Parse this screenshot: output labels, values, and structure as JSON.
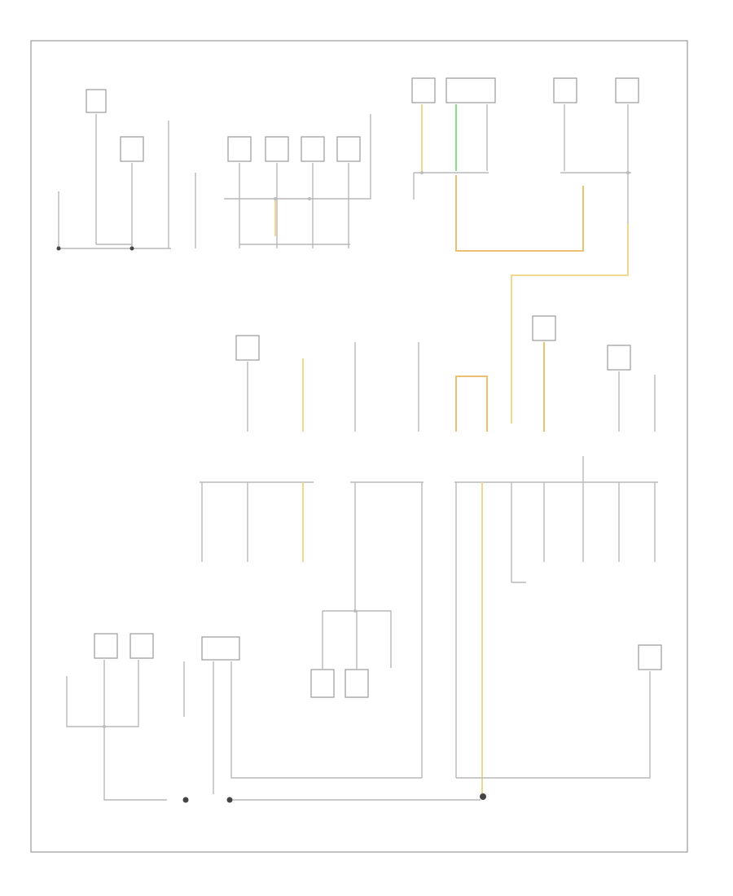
{
  "diagram": {
    "footer_code": "",
    "ground_points": [
      {
        "id": "g1"
      },
      {
        "id": "g2"
      },
      {
        "id": "g3"
      },
      {
        "id": "g4"
      },
      {
        "id": "g5"
      }
    ],
    "wire_colors": {
      "default": "#b8b8b8",
      "yellow": "#f0d890",
      "orange": "#ecc070",
      "green": "#80e080"
    }
  }
}
